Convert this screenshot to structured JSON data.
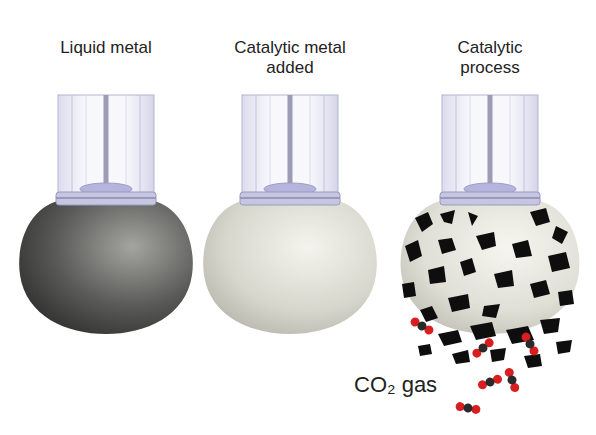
{
  "diagram": {
    "labels": [
      "Liquid metal",
      "Catalytic metal added",
      "Catalytic process",
      "CO₂ gas"
    ]
  }
}
